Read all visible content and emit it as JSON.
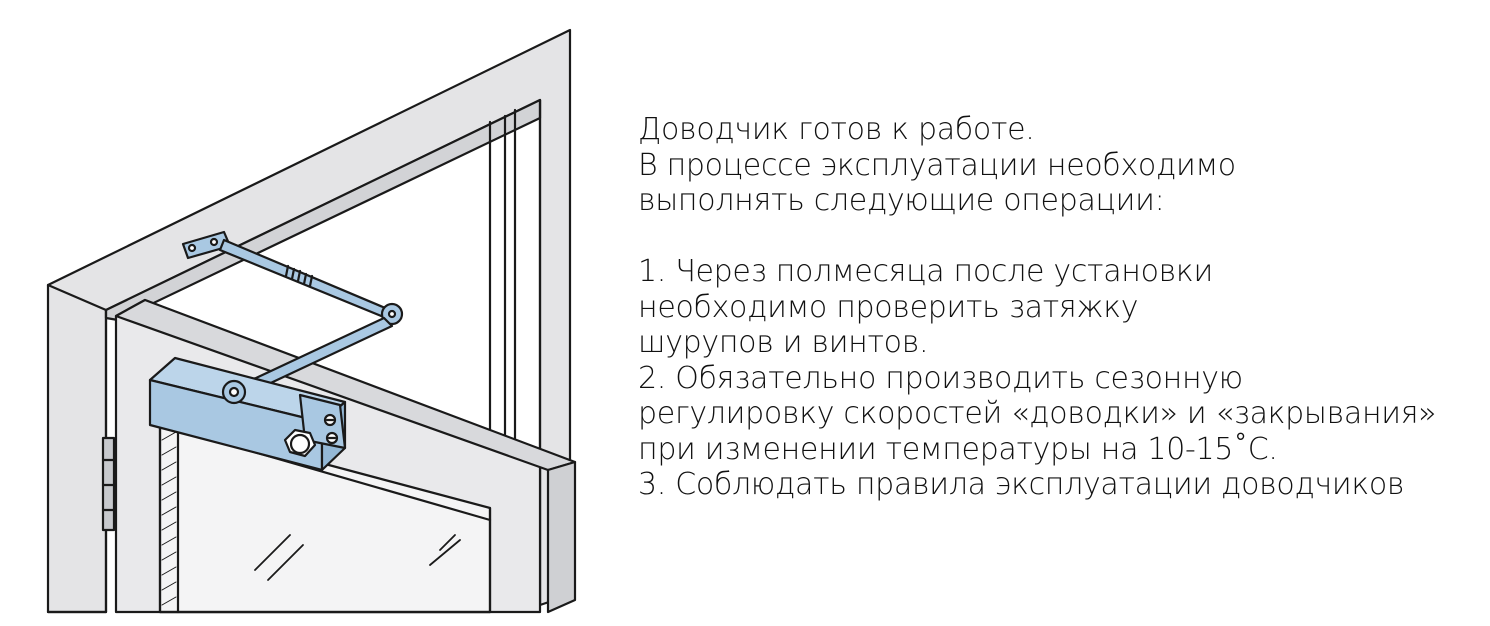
{
  "intro": {
    "title": "Доводчик готов к работе.",
    "line2": "В процессе эксплуатации необходимо",
    "line3": "выполнять следующие операции:"
  },
  "steps": [
    {
      "lines": [
        "1. Через полмесяца после установки",
        "необходимо проверить затяжку",
        "шурупов и винтов."
      ]
    },
    {
      "lines": [
        "2. Обязательно производить сезонную",
        "регулировку скоростей «доводки» и «закрывания»",
        "при изменении температуры на 10-15˚С."
      ]
    },
    {
      "lines": [
        "3. Соблюдать правила эксплуатации доводчиков"
      ]
    }
  ],
  "colors": {
    "closer_body": "#a9c8e2",
    "frame": "#e4e4e6",
    "outline": "#1a1a1a"
  }
}
